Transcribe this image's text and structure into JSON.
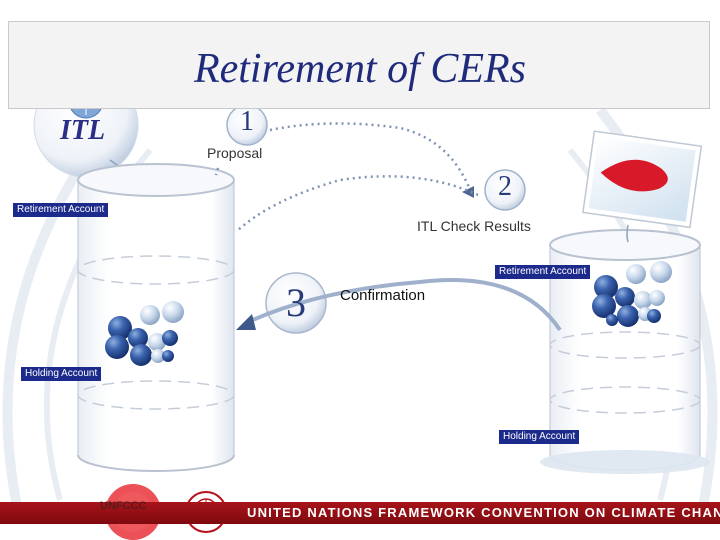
{
  "title": "Retirement of CERs",
  "itl_logo_text": "ITL",
  "steps": [
    {
      "number": "1",
      "label": "Proposal"
    },
    {
      "number": "2",
      "label": "ITL Check Results"
    },
    {
      "number": "3",
      "label": "Confirmation"
    }
  ],
  "left_registry": {
    "retirement_account": "Retirement Account",
    "holding_account": "Holding Account"
  },
  "right_registry": {
    "retirement_account": "Retirement Account",
    "holding_account": "Holding Account"
  },
  "footer": {
    "unfccc_logo_text": "UNFCCC",
    "banner_text": "UNITED NATIONS FRAMEWORK CONVENTION ON CLIMATE CHANGE"
  },
  "colors": {
    "title": "#1f2b7a",
    "label_box": "#1c2a8c",
    "footer": "#a8141a",
    "sphere_dark": "#2c4e9a",
    "sphere_light": "#c8d8ea"
  }
}
